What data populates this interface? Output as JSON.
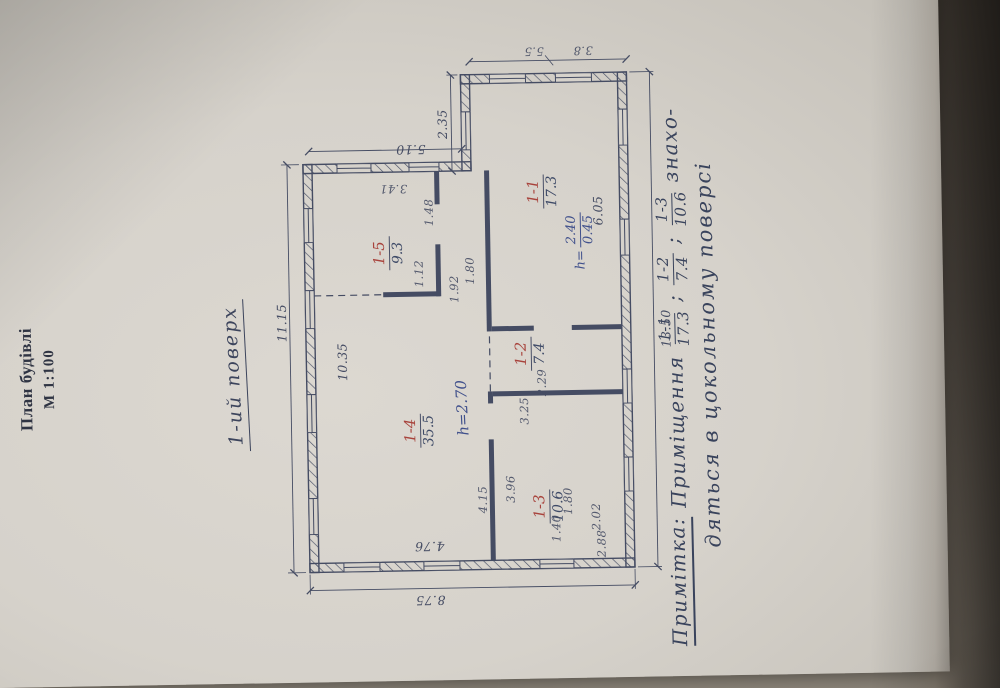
{
  "title": {
    "line1": "План будівлі",
    "line2": "М 1:100"
  },
  "plan": {
    "floor_label": "1-ий поверх",
    "ceiling_height": "h=2.70",
    "opening": {
      "prefix": "h=",
      "num": "2.40",
      "den": "0.45"
    }
  },
  "rooms": {
    "r1": {
      "id": "1-1",
      "area": "17.3"
    },
    "r2": {
      "id": "1-2",
      "area": "7.4"
    },
    "r3": {
      "id": "1-3",
      "area": "10.6"
    },
    "r4": {
      "id": "1-4",
      "area": "35.5"
    },
    "r5": {
      "id": "1-5",
      "area": "9.3"
    }
  },
  "dims": {
    "top_width": "11.15",
    "inner_top_width": "10.35",
    "bottom_width": "13.50",
    "left_height": "8.75",
    "room4_height": "4.76",
    "ext_offset": "5.10",
    "ext_width": "2.35",
    "right_upper": "3.41",
    "room1_width": "6.05",
    "room2_width": "3.25",
    "room2_height": "2.29",
    "room3_top": "4.15",
    "room3_inner": "3.96",
    "door_room5": "1.48",
    "door_a": "1.12",
    "door_b": "1.92",
    "door_c": "1.80",
    "room3_a": "1.40",
    "room3_b": "1.80",
    "room3_c": "2.02",
    "room3_d": "2.88",
    "ext_seg_a": "5.5",
    "ext_seg_b": "3.8"
  },
  "note": {
    "label": "Примітка:",
    "intro": "Приміщення",
    "items": [
      {
        "num": "1-1",
        "den": "17.3"
      },
      {
        "num": "1-2",
        "den": "7.4"
      },
      {
        "num": "1-3",
        "den": "10.6"
      }
    ],
    "separator": ";",
    "tail": "знахо-",
    "line2": "дяться в цокольному поверсі"
  },
  "colors": {
    "ink": "#454c63",
    "room_number_red": "#a8433c",
    "annotation_blue": "#41518c",
    "paper": "#d6d2cb",
    "background": "#55504a"
  }
}
